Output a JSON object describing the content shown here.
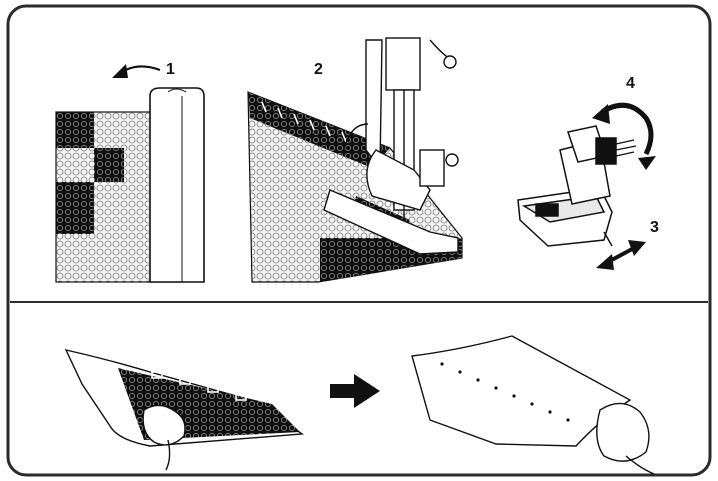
{
  "steps": [
    {
      "label": "1"
    },
    {
      "label": "2"
    },
    {
      "label": "3"
    },
    {
      "label": "4"
    }
  ],
  "colors": {
    "ink": "#111111",
    "frame": "#2b2b2b",
    "paper": "#ffffff",
    "fabric_light": "#f2f2f2"
  },
  "icons": {
    "fold_arrow": "curved-arrow-left-icon",
    "rotate_arrow": "rotate-arrow-icon",
    "slide_arrow": "double-arrow-icon",
    "next_arrow": "arrow-right-icon"
  }
}
